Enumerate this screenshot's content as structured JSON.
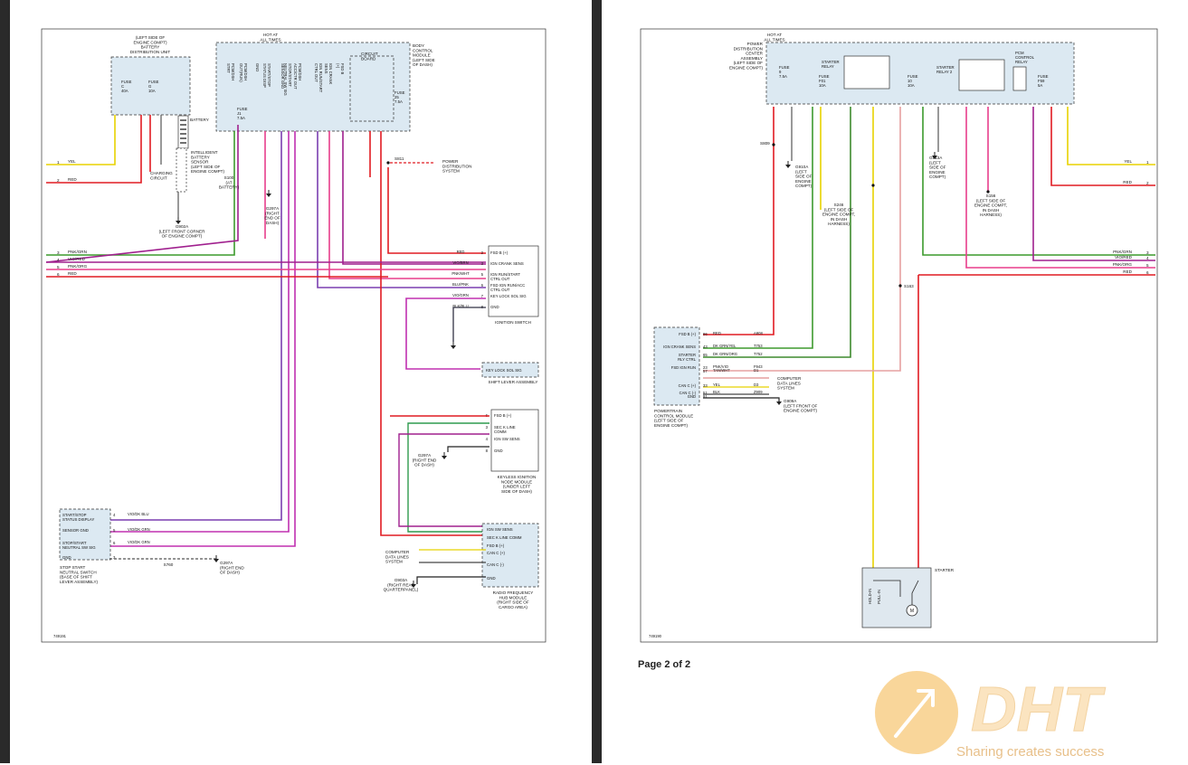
{
  "viewer": {
    "background": "#2a2a2a",
    "page_color": "#ffffff"
  },
  "colors": {
    "YEL": "#e8d200",
    "RED": "#e11b22",
    "PNK/GRN": "#3c9a2c",
    "VIO/RED": "#a0208e",
    "PNK/ORG": "#e83e8c",
    "VIO/BLU": "#7b3fb0",
    "VIO/GRN": "#c030b0",
    "BLK": "#555555",
    "DK GRN/YEL": "#3e9a2e",
    "DK GRN/ORG": "#3e8a2e",
    "TAN/WHT": "#e6a0a0",
    "WHT/GRN": "#2f9b4e",
    "ORG": "#f28a1e",
    "BOX": "#dce9f2"
  },
  "page1": {
    "code": "749191",
    "top_labels": {
      "hot": "HOT AT\nALL TIMES",
      "bdu": "(LEFT SIDE OF\nENGINE COMPT)\nBATTERY\nDISTRIBUTION UNIT",
      "bcm": "BODY\nCONTROL\nMODULE\n(LEFT SIDE\nOF DASH)",
      "circuit": "CIRCUIT\nBOARD"
    },
    "fuses": [
      "FUSE\nC\n40A",
      "FUSE\nG\n10A",
      "FUSE\nJ1\n7.5A",
      "FUSE\n25\n7.5A"
    ],
    "battery": "BATTERY",
    "ibs": "INTELLIGENT\nBATTERY\nSENSOR\n(LEFT SIDE OF\nENGINE COMPT)",
    "charging": "CHARGING\nCIRCUIT",
    "g902": "G902A\n(LEFT FRONT CORNER\nOF ENGINE COMPT)",
    "s100": "S100\n(AT\nBATTERY)",
    "g297": "G297A\n(RIGHT\nEND OF\nDASH)",
    "s811": "S811",
    "power_dist": "POWER\nDISTRIBUTION\nSYSTEM",
    "left_pins": [
      {
        "n": "1",
        "label": "YEL",
        "color": "YEL"
      },
      {
        "n": "2",
        "label": "RED",
        "color": "RED"
      },
      {
        "n": "3",
        "label": "PNK/GRN",
        "color": "PNK/GRN"
      },
      {
        "n": "4",
        "label": "VIO/RED",
        "color": "VIO/RED"
      },
      {
        "n": "5",
        "label": "PNK/ORG",
        "color": "PNK/ORG"
      },
      {
        "n": "6",
        "label": "RED",
        "color": "RED"
      }
    ],
    "ignition_switch": {
      "title": "IGNITION SWITCH",
      "pins": [
        {
          "n": "2",
          "wire": "RED",
          "label": "FSD B (+)"
        },
        {
          "n": "3",
          "wire": "VIO/BRN",
          "label": "IGN CRANK SENS"
        },
        {
          "n": "5",
          "wire": "PNK/WHT",
          "label": "IGN RUN/START\nCTRL OUT"
        },
        {
          "n": "6",
          "wire": "BLU/PNK",
          "label": "FSD IGN RUN/ACC\nCTRL OUT"
        },
        {
          "n": "7",
          "wire": "VIO/GRN",
          "label": "KEY LOCK SOL SIG"
        },
        {
          "n": "8",
          "wire": "BLK/BLU",
          "label": "GND"
        }
      ]
    },
    "shift_lever": {
      "title": "SHIFT LEVER ASSEMBLY",
      "wire": "VIO/GRN",
      "label": "KEY LOCK SOL SIG"
    },
    "kin": {
      "title": "KEYLESS IGNITION\nNODE MODULE\n(UNDER LEFT\nSIDE OF DASH)",
      "pins": [
        {
          "n": "6",
          "wire": "RED",
          "label": "FSD B (+)"
        },
        {
          "n": "3",
          "wire": "WHT/GRN",
          "label": "SEC K LINE\nCOMM"
        },
        {
          "n": "4",
          "wire": "VIO/BRN",
          "label": "IGN SW SENS"
        },
        {
          "n": "8",
          "wire": "BLK",
          "label": "GND"
        }
      ]
    },
    "rfhub": {
      "title": "RADIO FREQUENCY\nHUB MODULE\n(RIGHT SIDE OF\nCARGO AREA)",
      "pins": [
        {
          "n": "2",
          "label": "IGN SW SENS"
        },
        {
          "n": "3",
          "label": "SEC K LINE COMM"
        },
        {
          "n": "8",
          "label": "FSD B (+)"
        },
        {
          "n": "5",
          "label": "CAN C (+)"
        },
        {
          "n": "12",
          "label": "CAN C (-)"
        },
        {
          "n": "14",
          "label": "GND"
        }
      ]
    },
    "cdls": "COMPUTER\nDATA LINES\nSYSTEM",
    "g903": "G903A\n(RIGHT REAR\nQUARTERPANEL)",
    "stop_start": {
      "title": "STOP START\nNEUTRAL SWITCH\n(BASE OF SHIFT\nLEVER ASSEMBLY)",
      "pins": [
        {
          "n": "4",
          "wire": "VIO/DK BLU",
          "label": "START/STOP\nSTATUS DISPLAY"
        },
        {
          "n": "5",
          "wire": "VIO/DK GRN",
          "label": "SENSOR GND"
        },
        {
          "n": "6",
          "wire": "VIO/DK GRN",
          "label": "STOP/START\nNEUTRAL SW SIG"
        },
        {
          "n": "3",
          "wire": "BLK",
          "label": "GND"
        }
      ]
    },
    "s760": "S760",
    "g297_2": "G297A\n(RIGHT END\nOF DASH)",
    "bcm_pin_labels": [
      "PCM/DSH\nSTRT",
      "PCM/DSH\nOUT(RUN)",
      "GND",
      "START/STOP\nSTATUS DISP",
      "SENSOR GND",
      "STOP/START\nNEUTRAL SW SIG",
      "PCM/DSH\nACC/CTR OUT",
      "IGN RUN/START\nCTRL OUT",
      "IGN CRANK\nSENS",
      "FSD B\n(+)"
    ]
  },
  "page2": {
    "code": "749190",
    "page_label": "Page 2 of 2",
    "top_labels": {
      "hot": "HOT AT\nALL TIMES",
      "pdc": "POWER\nDISTRIBUTION\nCENTER\nASSEMBLY\n(LEFT SIDE OF\nENGINE COMPT)"
    },
    "fuses": [
      "FUSE\n9\n7.5A",
      "FUSE\nF01\n10A",
      "FUSE\n10\n10A",
      "FUSE\nF59\n5A"
    ],
    "relays": [
      "STARTER\nRELAY",
      "STARTER\nRELAY 2",
      "PCM\nCONTROL\nRELAY"
    ],
    "s809": "S809",
    "g910": "G910A\n(LEFT\nSIDE OF\nENGINE\nCOMPT)",
    "g913": "G913A\n(LEFT\nSIDE OF\nENGINE\nCOMPT)",
    "s246": "S246\n(LEFT SIDE OF\nENGINE COMPT,\nIN DASH\nHARNESS)",
    "s156": "S156\n(LEFT SIDE OF\nENGINE COMPT,\nIN DASH\nHARNESS)",
    "s163": "S163",
    "right_pins": [
      {
        "n": "1",
        "label": "YEL",
        "color": "YEL"
      },
      {
        "n": "2",
        "label": "RED",
        "color": "RED"
      },
      {
        "n": "3",
        "label": "PNK/GRN",
        "color": "PNK/GRN"
      },
      {
        "n": "4",
        "label": "VIO/RED",
        "color": "VIO/RED"
      },
      {
        "n": "5",
        "label": "PNK/ORG",
        "color": "PNK/ORG"
      },
      {
        "n": "6",
        "label": "RED",
        "color": "RED"
      }
    ],
    "pcm": {
      "title": "POWERTRAIN\nCONTROL MODULE\n(LEFT SIDE OF\nENGINE COMPT)",
      "pins": [
        {
          "n": "96",
          "label": "FSD B (+)",
          "wire": "RED",
          "ckt": "A908"
        },
        {
          "n": "43",
          "label": "IGN CRANK SENS",
          "wire": "DK GRN/YEL",
          "ckt": "T753"
        },
        {
          "n": "65",
          "label": "STARTER\nRLY CTRL",
          "wire": "DK GRN/ORG",
          "ckt": "T752"
        },
        {
          "n": "23",
          "label": "FSD IGN RUN",
          "wire": "PNK/VIO",
          "ckt": "F943"
        },
        {
          "n": "57",
          "label": "",
          "wire": "TAN/WHT",
          "ckt": "D1"
        },
        {
          "n": "33",
          "label": "CAN C (+)",
          "wire": "YEL",
          "ckt": "D3"
        },
        {
          "n": "51",
          "label": "CAN C (-)",
          "wire": "BLK",
          "ckt": "Z909"
        },
        {
          "n": "91",
          "label": "GND",
          "wire": "",
          "ckt": ""
        }
      ]
    },
    "cdls": "COMPUTER\nDATA LINES\nSYSTEM",
    "g909": "G909A\n(LEFT FRONT OF\nENGINE COMPT)",
    "starter": {
      "title": "STARTER",
      "hold": "HOLD-IN",
      "pull": "PULL-IN",
      "motor": "M"
    }
  },
  "watermark": {
    "brand": "DHT",
    "tagline": "Sharing creates success"
  }
}
